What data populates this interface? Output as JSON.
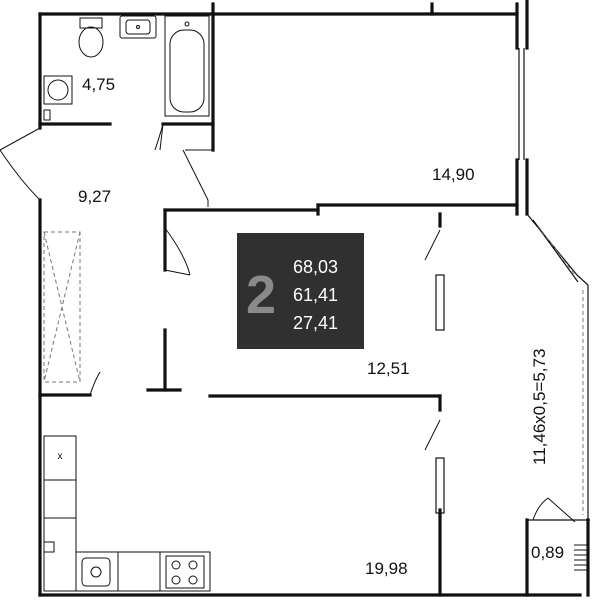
{
  "rooms": {
    "bathroom": "4,75",
    "hallway": "9,27",
    "bedroom_large": "14,90",
    "bedroom_middle": "12,51",
    "kitchen_living": "19,98",
    "balcony_small": "0,89",
    "loggia": "11,46x0,5=5,73"
  },
  "badge": {
    "rooms_count": "2",
    "total_area": "68,03",
    "living_area": "61,41",
    "residential_area": "27,41",
    "background": "#303030"
  },
  "icons": {
    "kitchen_sink": "sink-icon",
    "stove": "stove-icon",
    "toilet": "toilet-icon",
    "bathtub": "bathtub-icon",
    "washbasin": "washbasin-icon",
    "washing_machine": "washing-machine-icon"
  },
  "marks": {
    "cabinet_x": "x"
  }
}
